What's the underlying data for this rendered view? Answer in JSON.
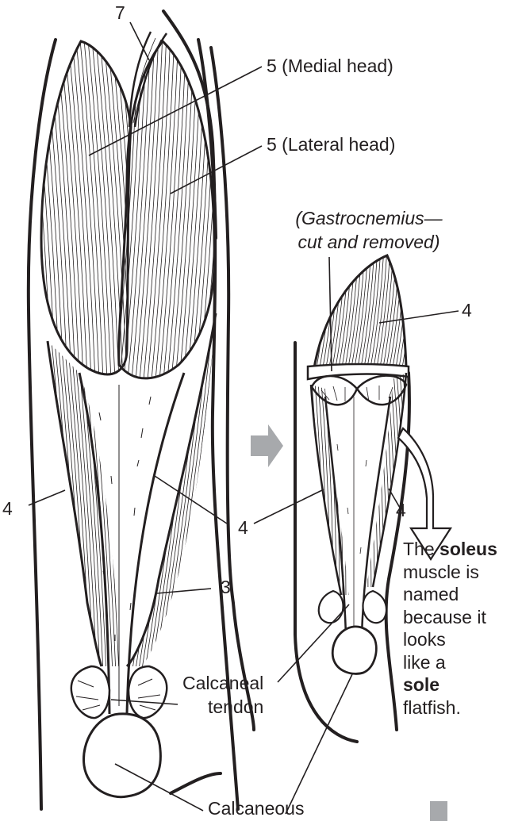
{
  "colors": {
    "ink": "#231f20",
    "arrow_gray": "#a7a9ac",
    "background": "#ffffff"
  },
  "labels": {
    "num7": "7",
    "medial": "5 (Medial head)",
    "lateral": "5 (Lateral head)",
    "gastro_line1": "(Gastrocnemius—",
    "gastro_line2": "cut and removed)",
    "num4_soleus_top": "4",
    "num4_left": "4",
    "num4_center": "4",
    "num4_right_small": "4",
    "num3": "3",
    "calcaneal_1": "Calcaneal",
    "calcaneal_2": "tendon",
    "calcaneous": "Calcaneous"
  },
  "note": {
    "l1_a": "The ",
    "l1_b": "soleus",
    "l2": "muscle is",
    "l3": "named",
    "l4": "because it",
    "l5": "looks",
    "l6": "like a",
    "l7": "sole",
    "l8": "flatfish."
  },
  "icons": {
    "transition_arrow": "right-arrow-icon",
    "flip_arrow": "curved-down-arrow-icon"
  }
}
